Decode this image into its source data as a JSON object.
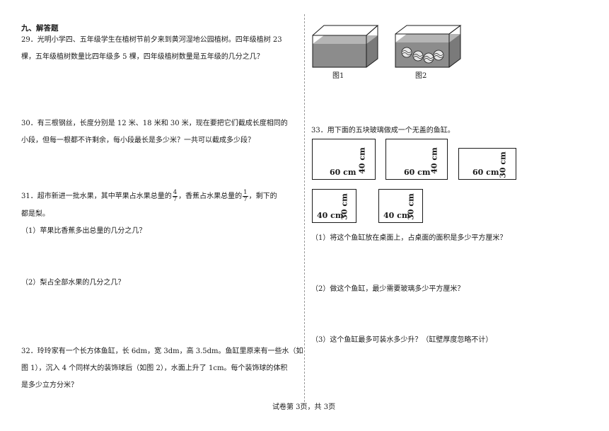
{
  "section": {
    "title": "九、解答题"
  },
  "q29": {
    "line1": "29．光明小学四、五年级学生在植树节前夕来到黄河湿地公园植树。四年级植树 23",
    "line2": "棵，五年级植树数量比四年级多 5 棵，四年级植树数量是五年级的几分之几？"
  },
  "q30": {
    "line1": "30．有三根钢丝，长度分别是 12 米、18 米和 30 米，现在要把它们截成长度相同的",
    "line2": "小段，但每一根都不许剩余，每小段最长是多少米？一共可以截成多少段？"
  },
  "q31": {
    "part_a": "31．超市新进一批水果，其中苹果占水果总量的",
    "frac1": {
      "num": "4",
      "den": "7"
    },
    "part_b": "，香蕉占水果总量的",
    "frac2": {
      "num": "1",
      "den": "7"
    },
    "part_c": "，剩下的",
    "line2": "都是梨。",
    "sub1": "（1）苹果比香蕉多出总量的几分之几？",
    "sub2": "（2）梨占全部水果的几分之几？"
  },
  "q32": {
    "line1": "32．玲玲家有一个长方体鱼缸，长 6dm，宽 3dm，高 3.5dm。鱼缸里原来有一些水（如",
    "line2": "图 1），沉入 4 个同样大的装饰球后（如图 2），水面上升了 1cm。每个装饰球的体积",
    "line3": "是多少立方分米？"
  },
  "figures": {
    "fig1": "图1",
    "fig2": "图2"
  },
  "q33": {
    "intro": "33．用下面的五块玻璃做成一个无盖的鱼缸。",
    "panels": [
      {
        "bottom": "60 cm",
        "side": "40 cm"
      },
      {
        "bottom": "60 cm",
        "side": "40 cm"
      },
      {
        "bottom": "60 cm",
        "side": "30 cm"
      },
      {
        "bottom": "40 cm",
        "side": "30 cm"
      },
      {
        "bottom": "40 cm",
        "side": "30 cm"
      }
    ],
    "sub1": "（1）将这个鱼缸放在桌面上，占桌面的面积是多少平方厘米？",
    "sub2": "（2）做这个鱼缸，最少需要玻璃多少平方厘米？",
    "sub3": "（3）这个鱼缸最多可装水多少升？（缸壁厚度忽略不计）"
  },
  "footer": {
    "text": "试卷第 3页，共 3页"
  }
}
